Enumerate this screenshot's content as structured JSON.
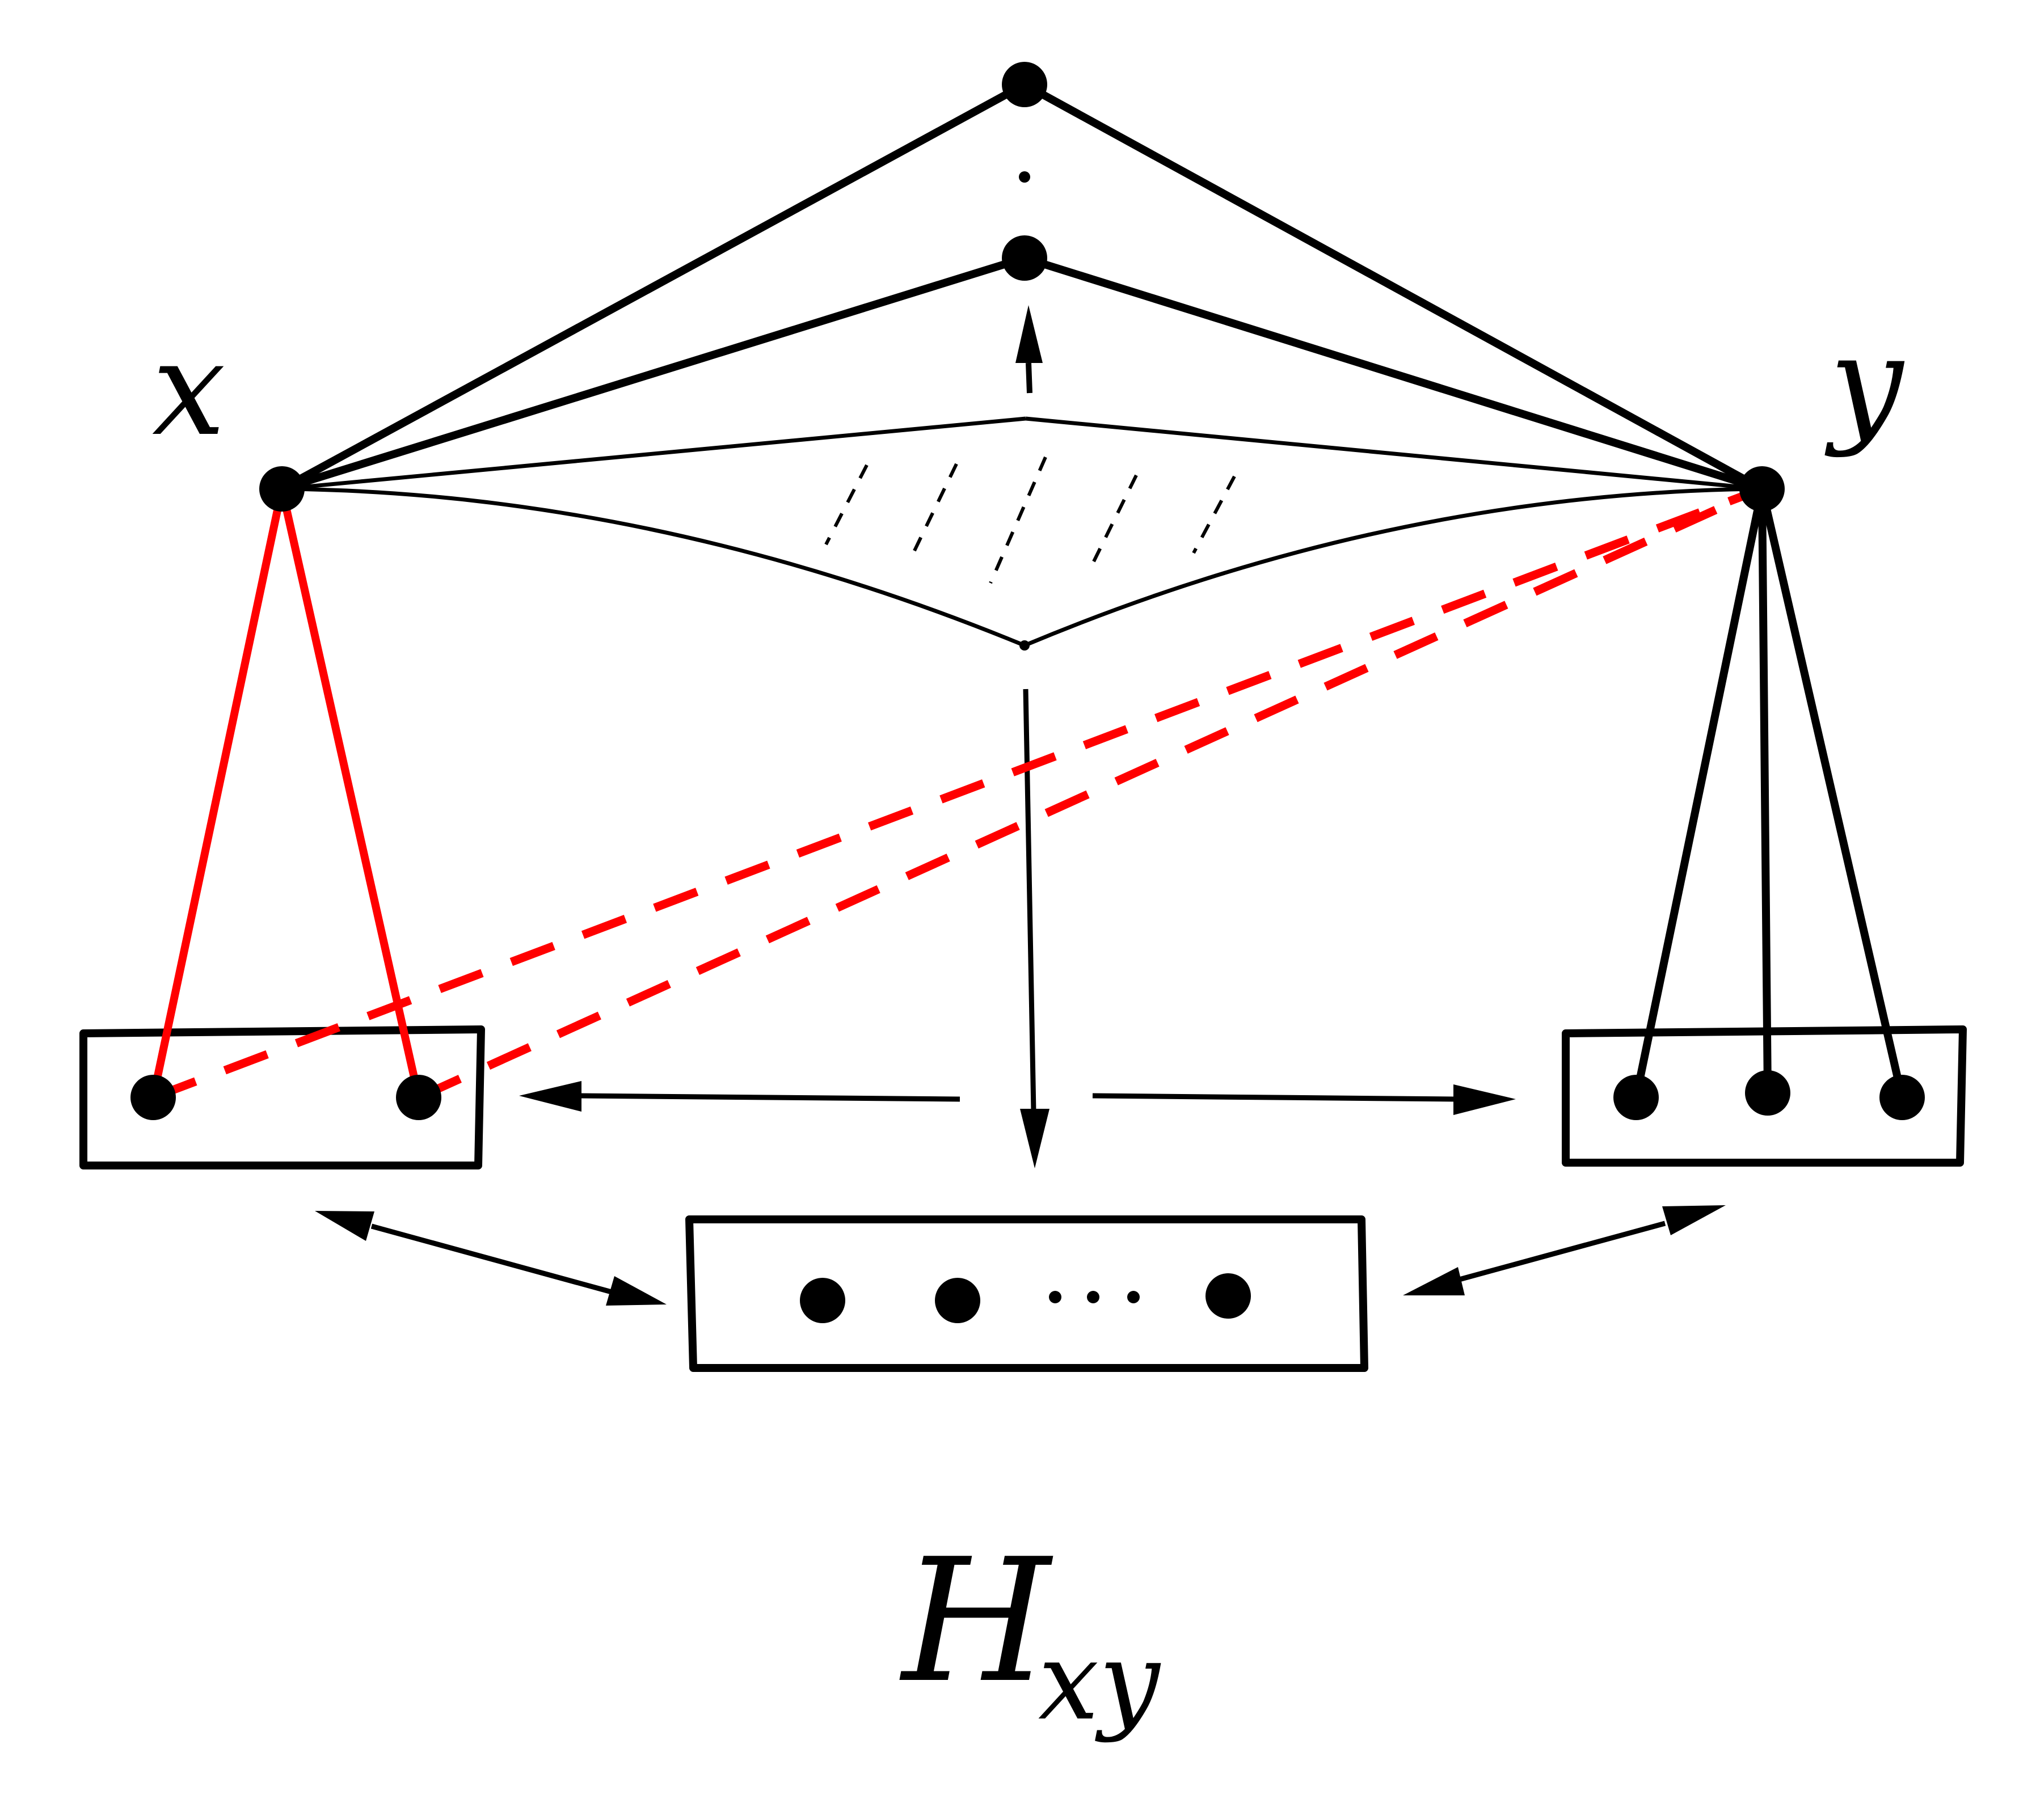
{
  "labels": {
    "x": "x",
    "y": "y",
    "graph_name": "H",
    "graph_subscript": "xy"
  },
  "colors": {
    "stroke": "#000000",
    "highlight": "#ff0000",
    "background": "#ffffff"
  }
}
